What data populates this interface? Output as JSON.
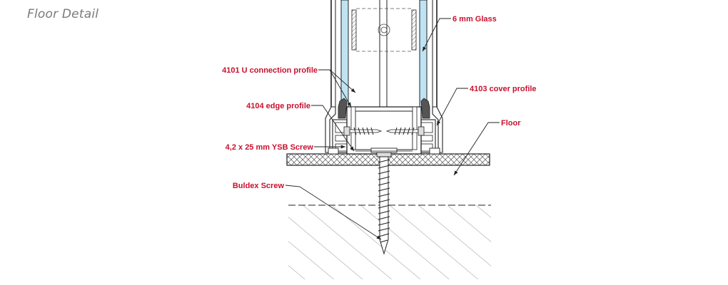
{
  "title": "Floor Detail",
  "colors": {
    "label": "#c8102e",
    "line": "#222222",
    "glass": "#bfe3f2",
    "hatch": "#555555",
    "ground_hatch": "#8a8a8a"
  },
  "labels": {
    "glass": "6 mm Glass",
    "u_profile": "4101 U connection profile",
    "cover_profile": "4103 cover profile",
    "edge_profile": "4104 edge profile",
    "floor": "Floor",
    "ysb_screw": "4,2 x 25 mm YSB Screw",
    "buldex_screw": "Buldex Screw"
  }
}
